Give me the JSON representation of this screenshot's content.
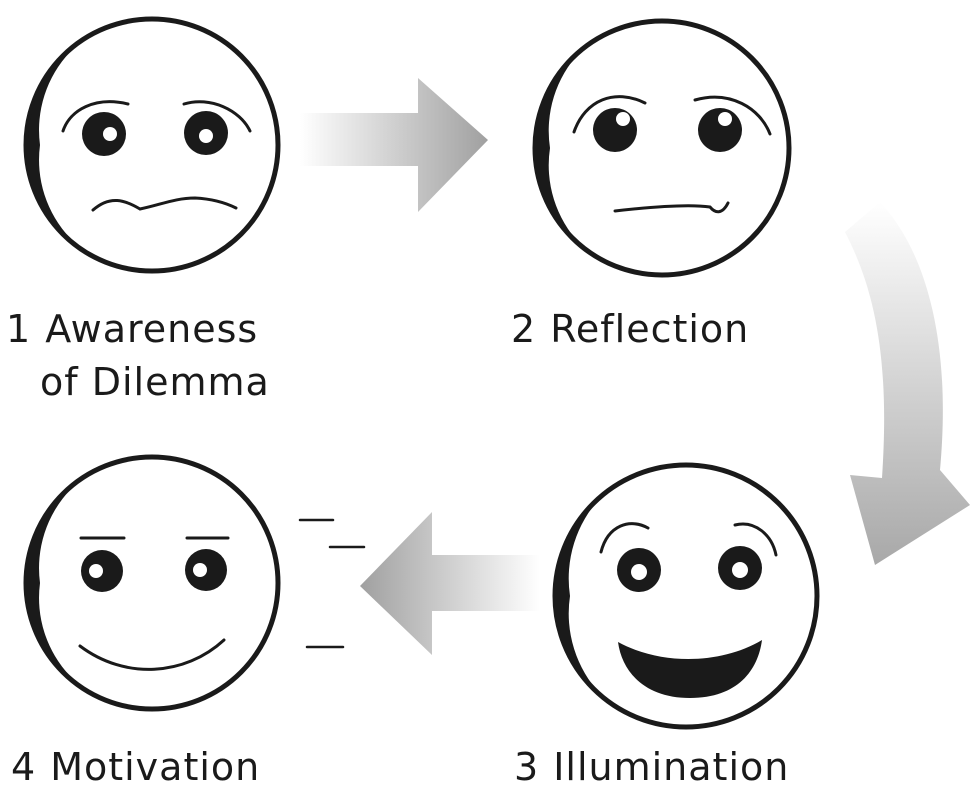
{
  "stages": [
    {
      "number": "1",
      "title": "Awareness",
      "title_line2": "of Dilemma",
      "face": "worried"
    },
    {
      "number": "2",
      "title": "Reflection",
      "face": "pondering"
    },
    {
      "number": "3",
      "title": "Illumination",
      "face": "delighted"
    },
    {
      "number": "4",
      "title": "Motivation",
      "face": "determined"
    }
  ],
  "colors": {
    "face_outline": "#1a1a1a",
    "arrow_dark": "#9a9a9a",
    "arrow_light": "#ffffff",
    "text": "#1a1a1a"
  }
}
